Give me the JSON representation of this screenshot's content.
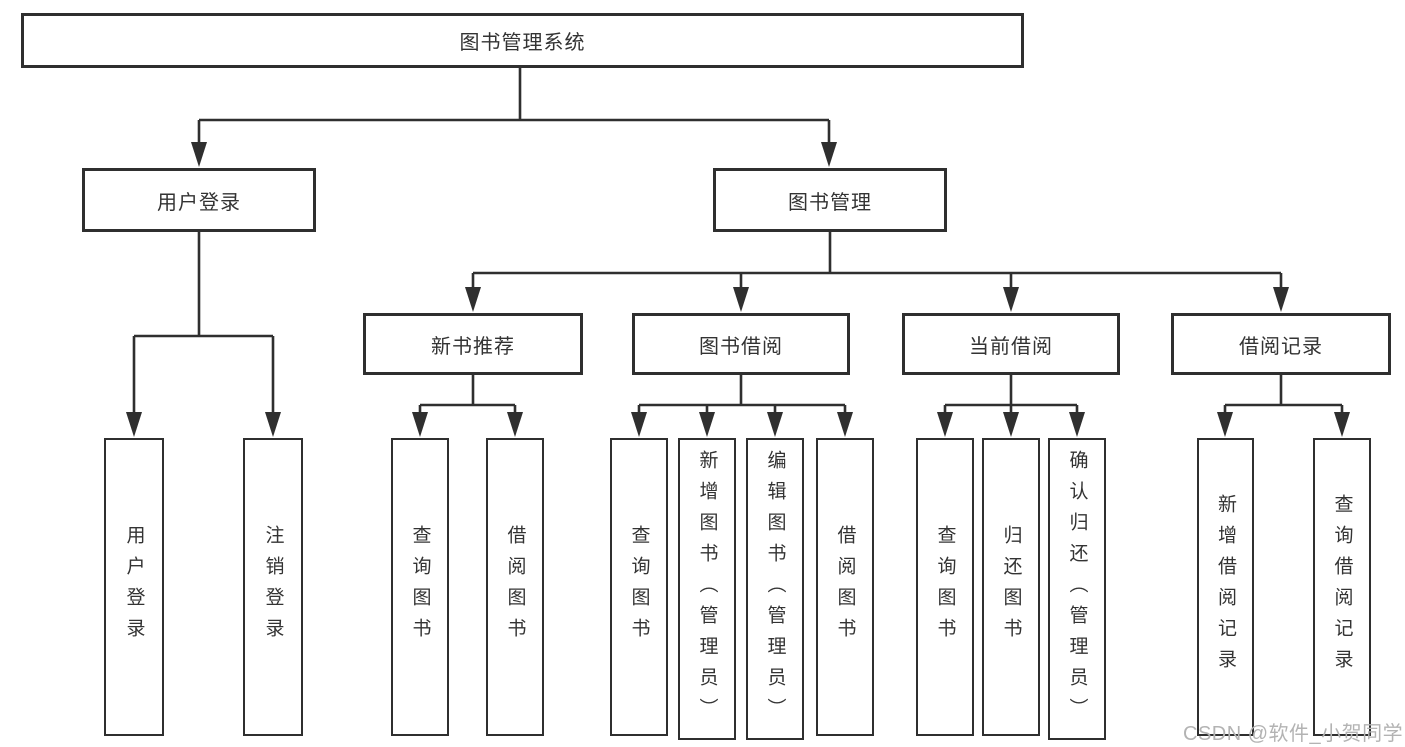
{
  "tree": {
    "label": "图书管理系统",
    "children": [
      {
        "label": "用户登录",
        "children": [
          {
            "label": "用户登录"
          },
          {
            "label": "注销登录"
          }
        ]
      },
      {
        "label": "图书管理",
        "children": [
          {
            "label": "新书推荐",
            "children": [
              {
                "label": "查询图书"
              },
              {
                "label": "借阅图书"
              }
            ]
          },
          {
            "label": "图书借阅",
            "children": [
              {
                "label": "查询图书"
              },
              {
                "label": "新增图书（管理员）"
              },
              {
                "label": "编辑图书（管理员）"
              },
              {
                "label": "借阅图书"
              }
            ]
          },
          {
            "label": "当前借阅",
            "children": [
              {
                "label": "查询图书"
              },
              {
                "label": "归还图书"
              },
              {
                "label": "确认归还（管理员）"
              }
            ]
          },
          {
            "label": "借阅记录",
            "children": [
              {
                "label": "新增借阅记录"
              },
              {
                "label": "查询借阅记录"
              }
            ]
          }
        ]
      }
    ]
  },
  "watermark": {
    "text": "CSDN @软件_小贺同学"
  },
  "colors": {
    "line": "#2f2f2f",
    "text": "#333333",
    "watermark": "#b3b3b3",
    "background": "#ffffff"
  }
}
